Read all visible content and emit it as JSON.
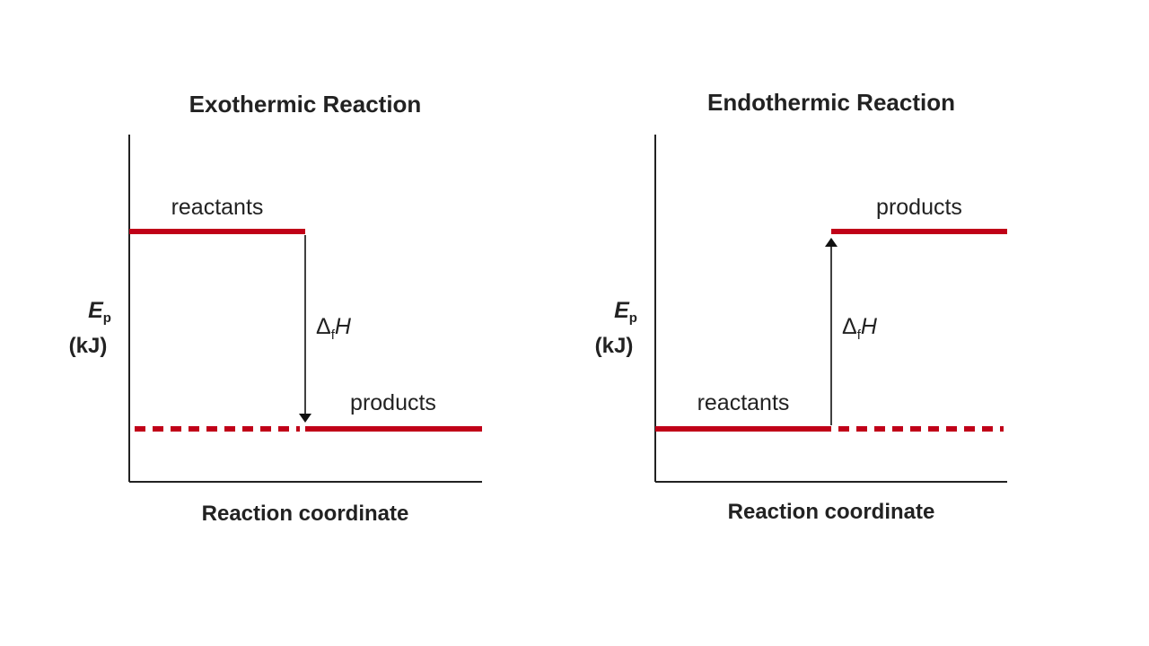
{
  "panels": [
    {
      "id": "exothermic",
      "title": "Exothermic Reaction",
      "x_axis_label": "Reaction coordinate",
      "y_axis_symbol": "E",
      "y_axis_subscript": "p",
      "y_axis_unit": "(kJ)",
      "reactants_label": "reactants",
      "products_label": "products",
      "delta_symbol": "Δ",
      "delta_subscript": "f",
      "delta_variable": "H",
      "direction": "down"
    },
    {
      "id": "endothermic",
      "title": "Endothermic Reaction",
      "x_axis_label": "Reaction coordinate",
      "y_axis_symbol": "E",
      "y_axis_subscript": "p",
      "y_axis_unit": "(kJ)",
      "reactants_label": "reactants",
      "products_label": "products",
      "delta_symbol": "Δ",
      "delta_subscript": "f",
      "delta_variable": "H",
      "direction": "up"
    }
  ],
  "colors": {
    "level_line": "#c00018",
    "axis": "#222222",
    "arrow": "#111111"
  }
}
